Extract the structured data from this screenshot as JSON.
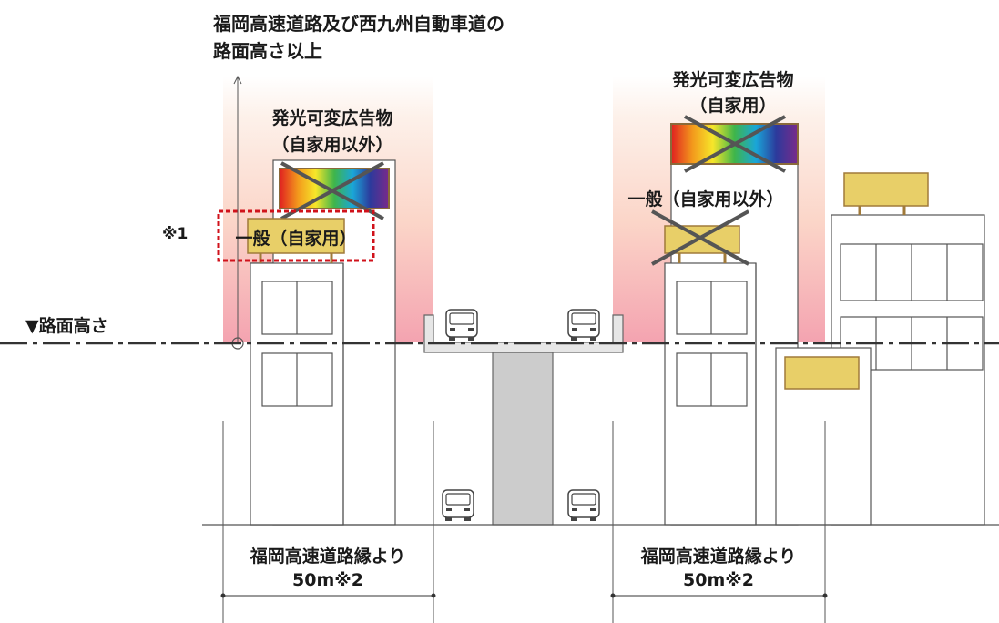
{
  "title_line1": "福岡高速道路及び西九州自動車道の",
  "title_line2": "路面高さ以上",
  "left": {
    "banned_sign_line1": "発光可変広告物",
    "banned_sign_line2": "（自家用以外）",
    "allowed_sign": "一般（自家用）",
    "note": "※1"
  },
  "right": {
    "banned_sign_line1": "発光可変広告物",
    "banned_sign_line2": "（自家用）",
    "banned_general_sign": "一般（自家用以外）"
  },
  "road_level": "▼路面高さ",
  "distance_left_line1": "福岡高速道路縁より",
  "distance_left_line2": "50m※2",
  "distance_right_line1": "福岡高速道路縁より",
  "distance_right_line2": "50m※2",
  "colors": {
    "zone_top": "#fdf1ea",
    "zone_bottom": "#f4a3b0",
    "sign_yellow": "#e8cf68",
    "sign_border": "#a07a3a",
    "red_dash": "#d0121b",
    "pier_gray": "#cccccc"
  },
  "icons": [
    "bus-icon",
    "cross-mark-icon"
  ]
}
